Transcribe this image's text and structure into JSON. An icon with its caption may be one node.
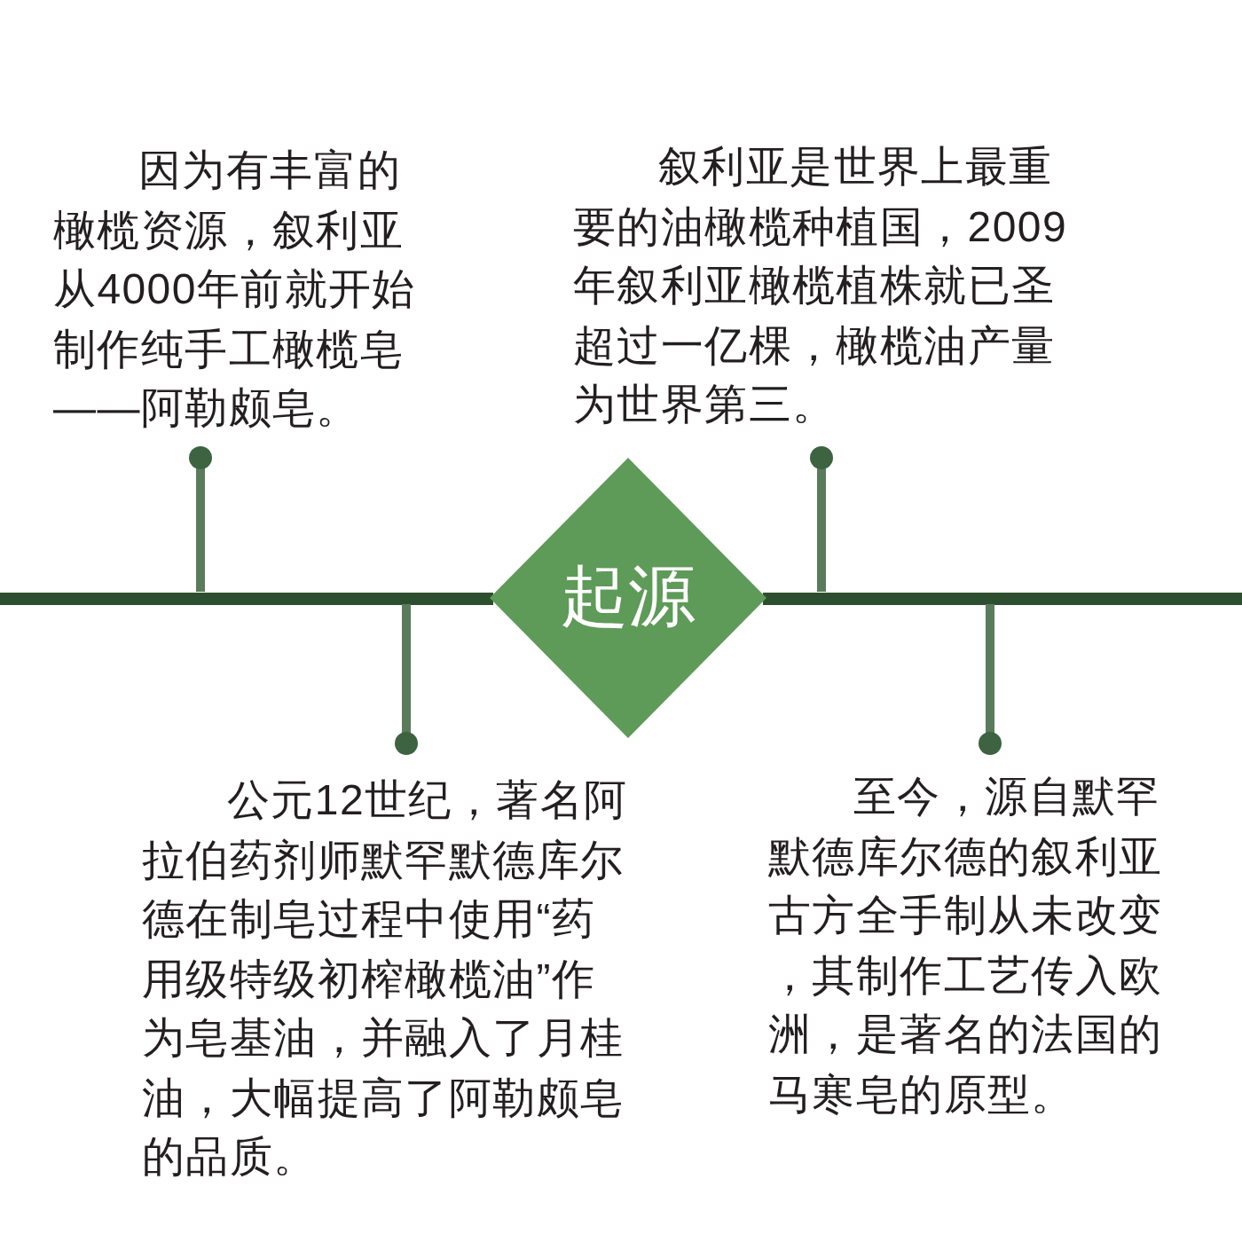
{
  "diagram": {
    "nodes": [
      {
        "text": [
          "因为有丰富的橄榄资源，叙利亚从4000年前就开始制作纯手工橄榄皂——阿勒颇皂。"
        ]
      },
      {
        "text": [
          "叙利亚是世界上最重要的油橄榄种植国，2009年叙利亚橄榄植株就已圣超过一亿棵，橄榄油产量为世界第三。"
        ]
      },
      {
        "text": [],
        "shape": "bar"
      },
      {
        "text": [
          "起源"
        ]
      },
      {
        "text": [],
        "shape": "bar"
      },
      {
        "text": [
          "公元12世纪，著名阿拉伯药剂师默罕默德库尔德在制皂过程中使用“药用级特级初榨橄榄油”作为皂基油，并融入了月桂油，大幅提高了阿勒颇皂的品质。"
        ]
      },
      {
        "text": [
          "至今，源自默罕默德库尔德的叙利亚古方全手制从未改变，其制作工艺传入欧洲，是著名的法国的马寒皂的原型。"
        ]
      }
    ],
    "edges": [
      {
        "from": 0,
        "to": 2,
        "arrow": "other"
      },
      {
        "from": 1,
        "to": 4,
        "arrow": "other"
      },
      {
        "from": 5,
        "to": 2,
        "arrow": "other"
      },
      {
        "from": 6,
        "to": 4,
        "arrow": "other"
      }
    ]
  }
}
